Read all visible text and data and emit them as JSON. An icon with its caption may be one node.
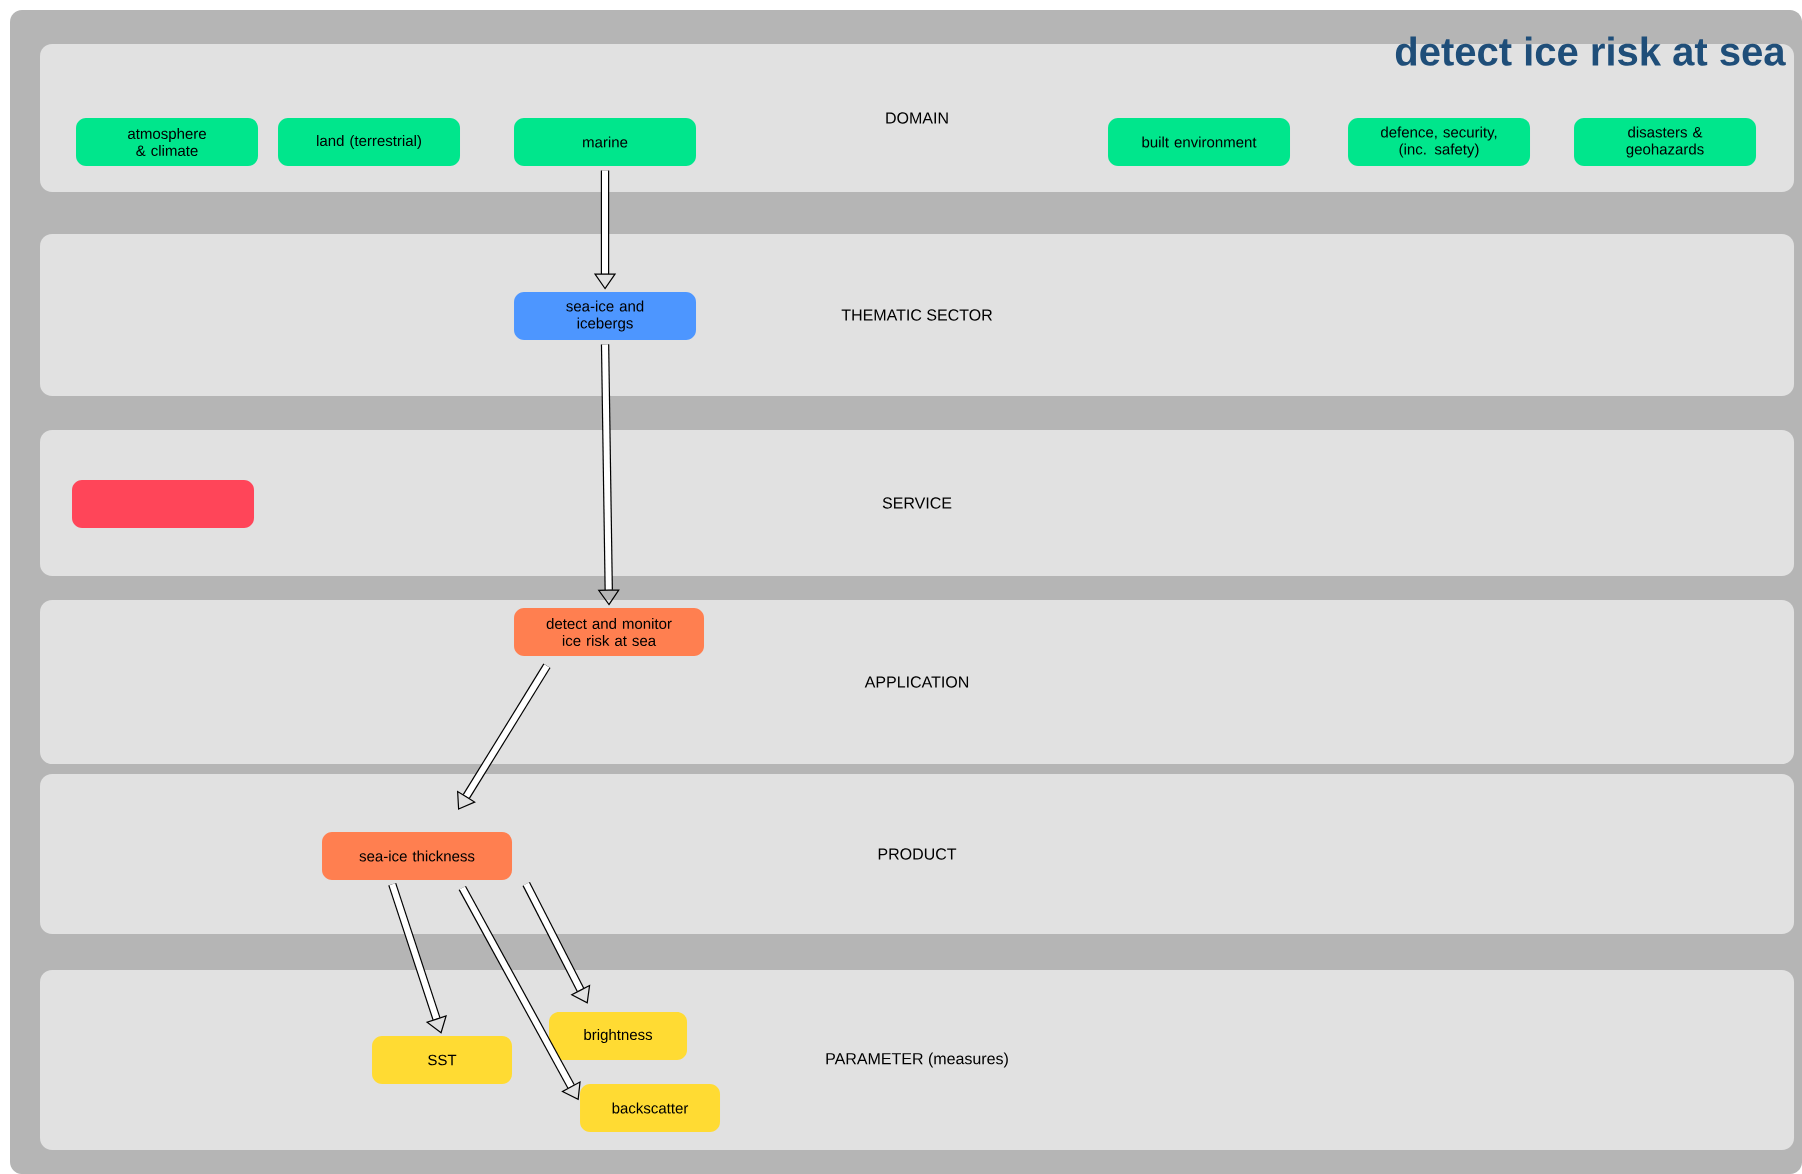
{
  "diagram": {
    "title": "detect ice risk at sea",
    "nodes": [
      {
        "text": [
          "DOMAIN"
        ]
      },
      {
        "text": [
          "atmosphere & climate"
        ],
        "in": 0
      },
      {
        "text": [
          "land (terrestrial)"
        ],
        "in": 0
      },
      {
        "text": [
          "marine"
        ],
        "in": 0
      },
      {
        "text": [
          "built environment"
        ],
        "in": 0
      },
      {
        "text": [
          "defence, security, (inc. safety)"
        ],
        "in": 0
      },
      {
        "text": [
          "disasters & geohazards"
        ],
        "in": 0
      },
      {
        "text": [
          "THEMATIC SECTOR"
        ]
      },
      {
        "text": [
          "sea-ice and icebergs"
        ],
        "in": 7
      },
      {
        "text": [
          "SERVICE"
        ]
      },
      {
        "text": [],
        "shape": "box",
        "in": 9
      },
      {
        "text": [
          "APPLICATION"
        ]
      },
      {
        "text": [
          "detect and monitor ice risk at sea"
        ],
        "in": 11
      },
      {
        "text": [
          "PRODUCT"
        ]
      },
      {
        "text": [
          "sea-ice thickness"
        ],
        "in": 13
      },
      {
        "text": [
          "PARAMETER (measures)"
        ]
      },
      {
        "text": [
          "SST"
        ],
        "in": 15
      },
      {
        "text": [
          "brightness"
        ],
        "in": 15
      },
      {
        "text": [
          "backscatter"
        ],
        "in": 15
      }
    ],
    "edges": [
      {
        "from": 3,
        "to": 8,
        "arrow": "to"
      },
      {
        "from": 8,
        "to": 12,
        "arrow": "to"
      },
      {
        "from": 12,
        "to": 14,
        "arrow": "to"
      },
      {
        "from": 14,
        "to": 16,
        "arrow": "to"
      },
      {
        "from": 14,
        "to": 17,
        "arrow": "to"
      },
      {
        "from": 14,
        "to": 18,
        "arrow": "to"
      }
    ]
  }
}
